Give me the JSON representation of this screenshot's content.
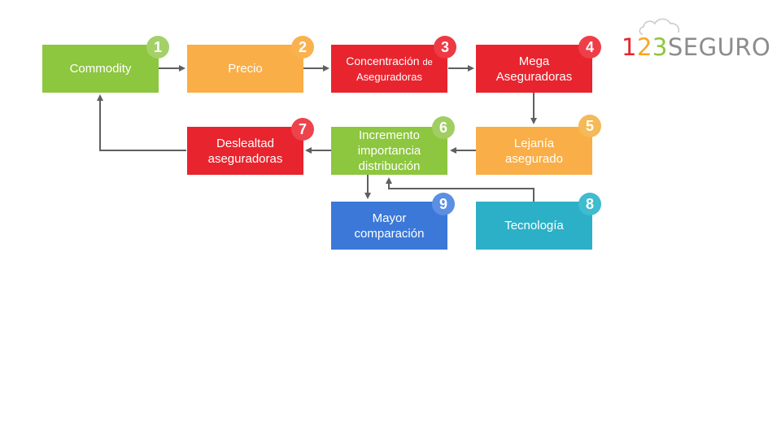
{
  "logo": {
    "digit1": "1",
    "digit2": "2",
    "digit3": "3",
    "word": "SEGURO",
    "icon": "cloud-icon"
  },
  "nodes": [
    {
      "id": "commodity",
      "number": "1",
      "line1": "Commodity",
      "color": "#8dc63f",
      "badge_color": "#a3d168"
    },
    {
      "id": "precio",
      "number": "2",
      "line1": "Precio",
      "color": "#f9ae47",
      "badge_color": "#f9b24f"
    },
    {
      "id": "concentracion",
      "number": "3",
      "line1": "Concentración",
      "line1b": "de",
      "line2": "Aseguradoras",
      "color": "#e8242e",
      "badge_color": "#ed3a44"
    },
    {
      "id": "mega",
      "number": "4",
      "line1": "Mega",
      "line2": "Aseguradoras",
      "color": "#e8242e",
      "badge_color": "#ef3e48"
    },
    {
      "id": "lejania",
      "number": "5",
      "line1": "Lejanía",
      "line2": "asegurado",
      "color": "#f9ae47",
      "badge_color": "#f5b957"
    },
    {
      "id": "incremento",
      "number": "6",
      "line1": "Incremento",
      "line2": "importancia",
      "line3": "distribución",
      "color": "#8dc63f",
      "badge_color": "#a0ce63"
    },
    {
      "id": "deslealtad",
      "number": "7",
      "line1": "Deslealtad",
      "line2": "aseguradoras",
      "color": "#e8242e",
      "badge_color": "#ee434c"
    },
    {
      "id": "tecnologia",
      "number": "8",
      "line1": "Tecnología",
      "color": "#2cb0c7",
      "badge_color": "#3fbccf"
    },
    {
      "id": "mayor",
      "number": "9",
      "line1": "Mayor",
      "line2": "comparación",
      "color": "#3b78d8",
      "badge_color": "#5b8fe3"
    }
  ],
  "arrow_color": "#5f5f5f"
}
